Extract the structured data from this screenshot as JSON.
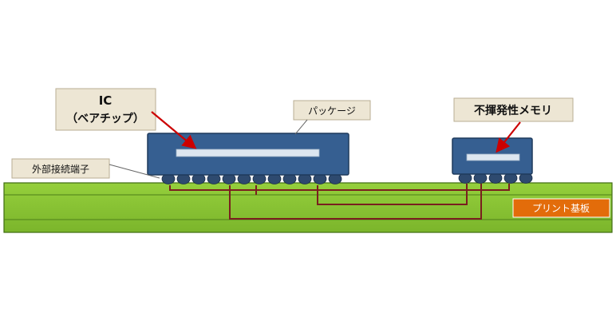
{
  "labels": {
    "ic_line1": "IC",
    "ic_line2": "（ベアチップ）",
    "package": "パッケージ",
    "memory": "不揮発性メモリ",
    "terminals": "外部接続端子",
    "pcb": "プリント基板"
  },
  "colors": {
    "board": "#86c232",
    "board_dark": "#3e6b10",
    "package": "#365f91",
    "package_edge": "#1f3a5c",
    "die": "#dde6f0",
    "ball": "#2e4a6f",
    "trace": "#7a1f1f",
    "arrow": "#cc0000",
    "callout": "#ede6d4",
    "badge": "#e36c0a"
  }
}
